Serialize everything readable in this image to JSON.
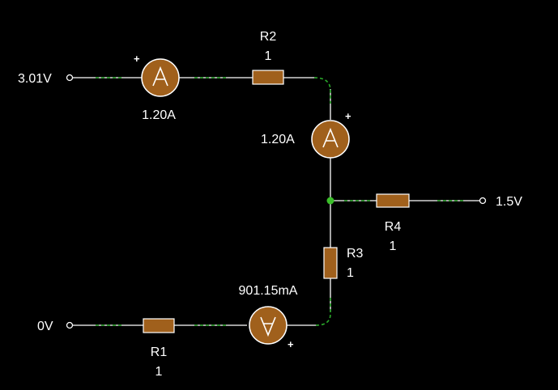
{
  "circuit": {
    "sources": {
      "top_left": "3.01V",
      "bottom_left": "0V",
      "right": "1.5V"
    },
    "resistors": {
      "r2": {
        "name": "R2",
        "value": "1"
      },
      "r4": {
        "name": "R4",
        "value": "1"
      },
      "r3": {
        "name": "R3",
        "value": "1"
      },
      "r1": {
        "name": "R1",
        "value": "1"
      }
    },
    "ammeters": {
      "top": {
        "reading": "1.20A",
        "polarity": "+"
      },
      "middle": {
        "reading": "1.20A",
        "polarity": "+"
      },
      "bottom": {
        "reading": "901.15mA",
        "polarity": "+"
      }
    },
    "colors": {
      "background": "#000000",
      "component": "#a0601c",
      "wire": "#ffffff",
      "current_flow": "#2aa82a",
      "node": "#3bbf2a"
    }
  }
}
